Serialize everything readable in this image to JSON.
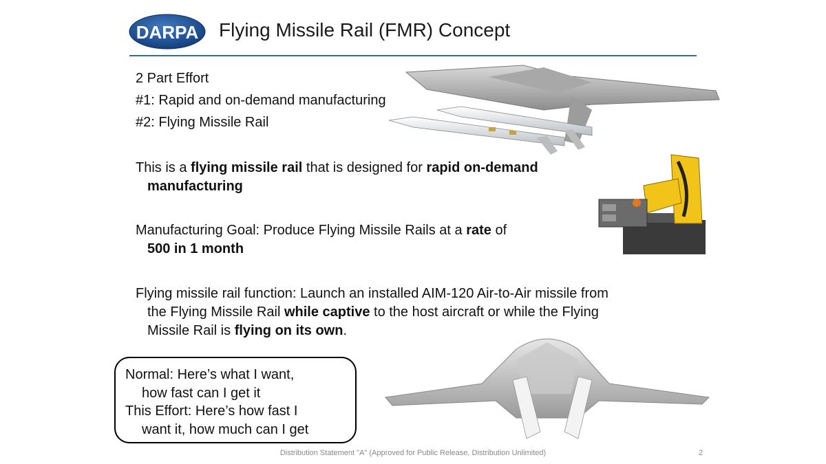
{
  "header": {
    "logo_text": "DARPA",
    "title": "Flying Missile Rail (FMR) Concept"
  },
  "body": {
    "line1": "2 Part Effort",
    "line2": "#1: Rapid and on-demand manufacturing",
    "line3": "#2: Flying Missile Rail",
    "p1_a": "This is a ",
    "p1_b": "flying missile rail",
    "p1_c": " that is designed for ",
    "p1_d": "rapid on-demand",
    "p1_e": "manufacturing",
    "p2_a": "Manufacturing Goal: Produce Flying Missile Rails at a ",
    "p2_b": "rate",
    "p2_c": " of",
    "p2_d": "500 in 1 month",
    "p3_a": "Flying missile rail function: Launch an installed AIM-120 Air-to-Air missile from",
    "p3_b": "the Flying Missile Rail ",
    "p3_c": "while captive",
    "p3_d": " to the host aircraft or while the Flying",
    "p3_e": "Missile Rail is ",
    "p3_f": "flying on its own",
    "p3_g": "."
  },
  "callout": {
    "l1": "Normal: Here’s what I want,",
    "l2": "how fast can I get it",
    "l3": "This Effort: Here’s how fast I",
    "l4": "want it, how much can I get"
  },
  "footer": {
    "statement": "Distribution Statement \"A\" (Approved for Public Release, Distribution Unlimited)",
    "page": "2"
  },
  "colors": {
    "logo_blue": "#1f4f8f",
    "rule": "#3a6e84",
    "robot_yellow": "#f2c318"
  }
}
